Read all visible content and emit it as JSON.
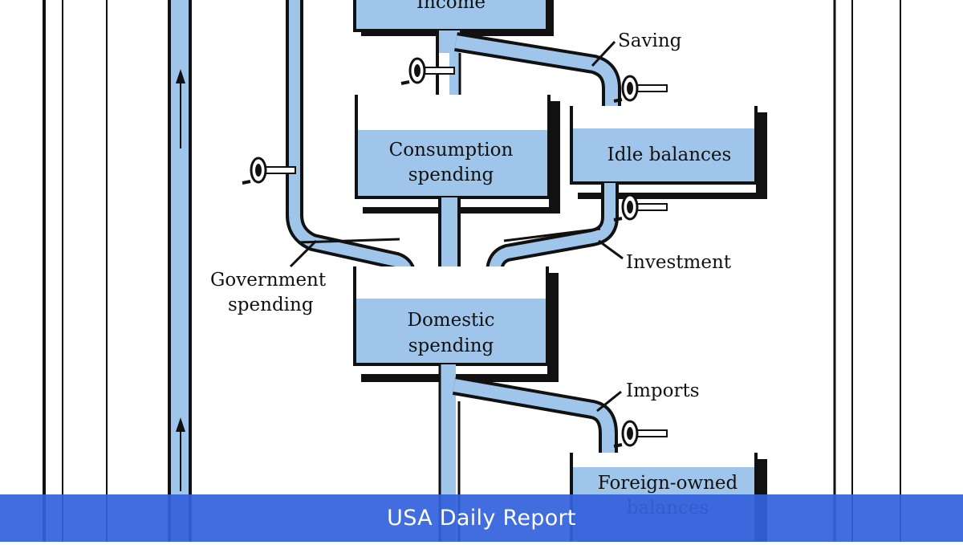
{
  "diagram": {
    "tanks": {
      "income": "Income",
      "consumption": [
        "Consumption",
        "spending"
      ],
      "idle": "Idle balances",
      "domestic": [
        "Domestic",
        "spending"
      ],
      "foreign": [
        "Foreign-owned",
        "balances"
      ]
    },
    "callouts": {
      "saving": "Saving",
      "investment": "Investment",
      "government": [
        "Government",
        "spending"
      ],
      "imports": "Imports"
    }
  },
  "banner": {
    "title": "USA Daily Report"
  },
  "colors": {
    "water": "#9fc6ea",
    "ink": "#111111",
    "banner": "#3462dc"
  }
}
